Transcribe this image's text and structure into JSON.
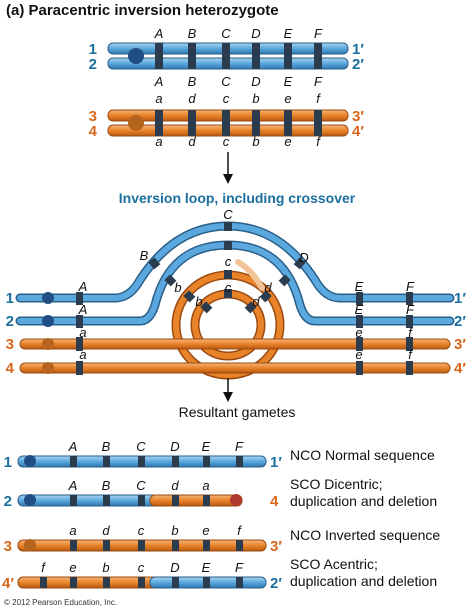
{
  "title": "(a) Paracentric inversion heterozygote",
  "loop_title": "Inversion loop, including crossover",
  "gametes_title": "Resultant gametes",
  "credit": "© 2012 Pearson Education, Inc.",
  "colors": {
    "blue": "#5aa8dd",
    "orange": "#e8832a",
    "band": "#2b3c4e",
    "teal_text": "#1b6f9e",
    "red_centromere": "#c0392b"
  },
  "top_pair_blue": {
    "left_labels": [
      "1",
      "2"
    ],
    "right_labels": [
      "1′",
      "2′"
    ],
    "genes": [
      "A",
      "B",
      "C",
      "D",
      "E",
      "F"
    ]
  },
  "top_pair_orange": {
    "left_labels": [
      "3",
      "4"
    ],
    "right_labels": [
      "3′",
      "4′"
    ],
    "genes_upper": [
      "a",
      "d",
      "c",
      "b",
      "e",
      "f"
    ],
    "genes_lower": [
      "a",
      "d",
      "c",
      "b",
      "e",
      "f"
    ]
  },
  "arrow_upper_labels": [
    "A",
    "B",
    "C",
    "D",
    "E",
    "F"
  ],
  "loop": {
    "left_labels": [
      "1",
      "2",
      "3",
      "4"
    ],
    "right_labels": [
      "1′",
      "2′",
      "3′",
      "4′"
    ],
    "outer_genes": [
      "A",
      "B",
      "C",
      "D",
      "E",
      "F"
    ],
    "inner_genes": [
      "A",
      "b",
      "c",
      "d",
      "E",
      "F"
    ],
    "orange_genes_row3": [
      "a",
      "e",
      "f"
    ],
    "orange_genes_row4": [
      "a",
      "e",
      "f"
    ],
    "ring_genes": [
      "b",
      "c",
      "d"
    ]
  },
  "gametes": [
    {
      "left": "1",
      "right": "1′",
      "genes": [
        "A",
        "B",
        "C",
        "D",
        "E",
        "F"
      ],
      "description": [
        "NCO Normal sequence"
      ]
    },
    {
      "left": "2",
      "right": "4",
      "genes": [
        "A",
        "B",
        "C",
        "d",
        "a"
      ],
      "description": [
        "SCO  Dicentric;",
        "duplication and deletion"
      ]
    },
    {
      "left": "3",
      "right": "3′",
      "genes": [
        "a",
        "d",
        "c",
        "b",
        "e",
        "f"
      ],
      "description": [
        "NCO Inverted sequence"
      ]
    },
    {
      "left": "4′",
      "right": "2′",
      "genes": [
        "f",
        "e",
        "b",
        "c",
        "D",
        "E",
        "F"
      ],
      "description": [
        "SCO  Acentric;",
        "duplication and deletion"
      ]
    }
  ]
}
